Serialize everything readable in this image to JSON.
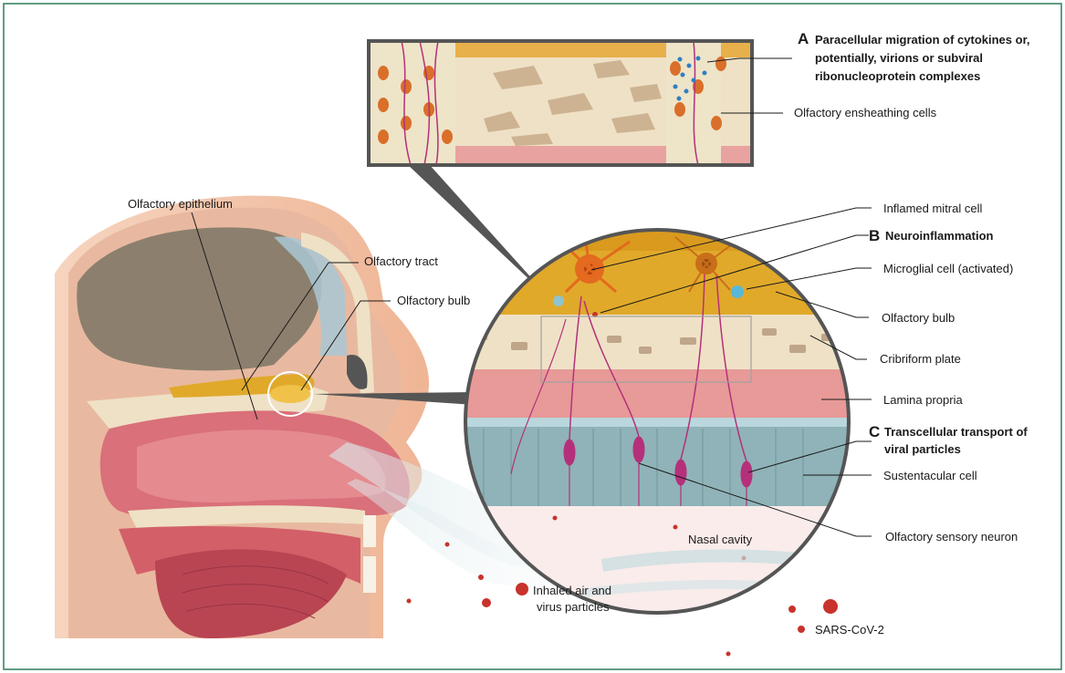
{
  "colors": {
    "border": "#2e7d5b",
    "virus": "#c8332b",
    "neuron": "#b5307a",
    "bulb": "#e0a92a",
    "bone": "#efe1c6",
    "lamina": "#e79a98",
    "epithelium": "#8fb3b8",
    "skin": "#f3c3a8"
  },
  "labels": {
    "olfactory_epithelium": "Olfactory epithelium",
    "olfactory_tract": "Olfactory tract",
    "olfactory_bulb_left": "Olfactory bulb",
    "inhaled_air_line1": "Inhaled air and",
    "inhaled_air_line2": "virus particles",
    "nasal_cavity": "Nasal cavity",
    "sars_cov_2": "SARS-CoV-2",
    "a_letter": "A",
    "a_line1": "Paracellular migration of cytokines or,",
    "a_line2": "potentially, virions or subviral",
    "a_line3": "ribonucleoprotein complexes",
    "olfactory_ensheathing_cells": "Olfactory ensheathing cells",
    "inflamed_mitral_cell": "Inflamed mitral cell",
    "b_letter": "B",
    "b_text": "Neuroinflammation",
    "microglial_cell": "Microglial cell (activated)",
    "olfactory_bulb_right": "Olfactory bulb",
    "cribriform_plate": "Cribriform plate",
    "lamina_propria": "Lamina propria",
    "c_letter": "C",
    "c_line1": "Transcellular transport of",
    "c_line2": "viral particles",
    "sustentacular_cell": "Sustentacular cell",
    "olfactory_sensory_neuron": "Olfactory sensory neuron"
  }
}
